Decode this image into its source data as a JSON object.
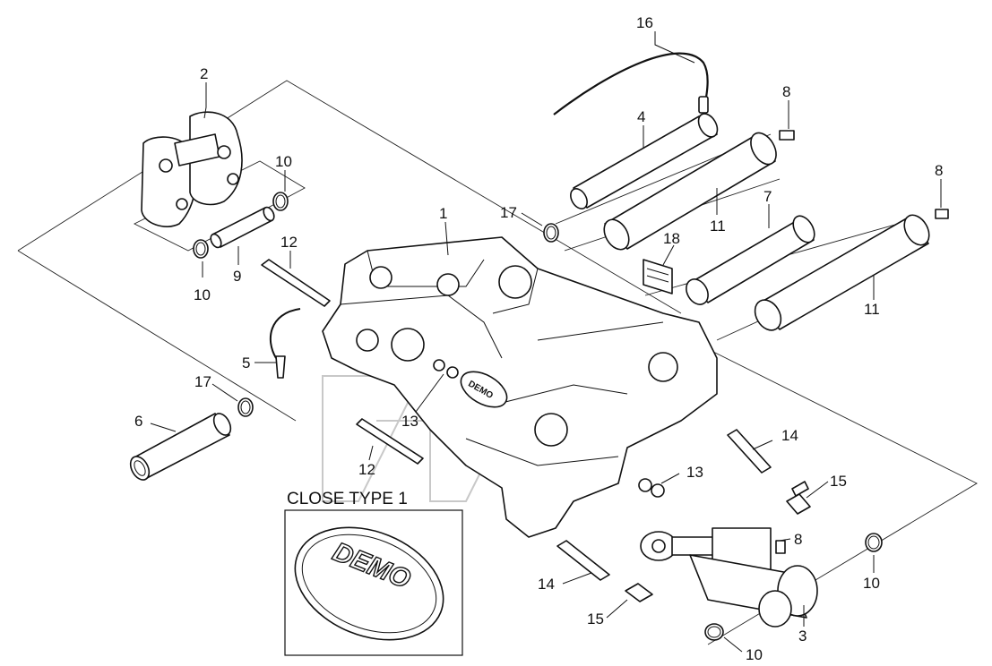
{
  "diagram": {
    "inset_title": "CLOSE TYPE 1",
    "logo_text": "DEMO",
    "callouts": [
      {
        "id": "c16",
        "text": "16"
      },
      {
        "id": "c2",
        "text": "2"
      },
      {
        "id": "c8a",
        "text": "8"
      },
      {
        "id": "c4",
        "text": "4"
      },
      {
        "id": "c8b",
        "text": "8"
      },
      {
        "id": "c10a",
        "text": "10"
      },
      {
        "id": "c1",
        "text": "1"
      },
      {
        "id": "c17a",
        "text": "17"
      },
      {
        "id": "c11a",
        "text": "11"
      },
      {
        "id": "c7",
        "text": "7"
      },
      {
        "id": "c12a",
        "text": "12"
      },
      {
        "id": "c18",
        "text": "18"
      },
      {
        "id": "c10b",
        "text": "10"
      },
      {
        "id": "c9",
        "text": "9"
      },
      {
        "id": "c11b",
        "text": "11"
      },
      {
        "id": "c5",
        "text": "5"
      },
      {
        "id": "c17b",
        "text": "17"
      },
      {
        "id": "c13a",
        "text": "13"
      },
      {
        "id": "c6",
        "text": "6"
      },
      {
        "id": "c14a",
        "text": "14"
      },
      {
        "id": "c12b",
        "text": "12"
      },
      {
        "id": "c13b",
        "text": "13"
      },
      {
        "id": "c15a",
        "text": "15"
      },
      {
        "id": "c8c",
        "text": "8"
      },
      {
        "id": "c14b",
        "text": "14"
      },
      {
        "id": "c10c",
        "text": "10"
      },
      {
        "id": "c15b",
        "text": "15"
      },
      {
        "id": "c3",
        "text": "3"
      },
      {
        "id": "c10d",
        "text": "10"
      }
    ]
  }
}
